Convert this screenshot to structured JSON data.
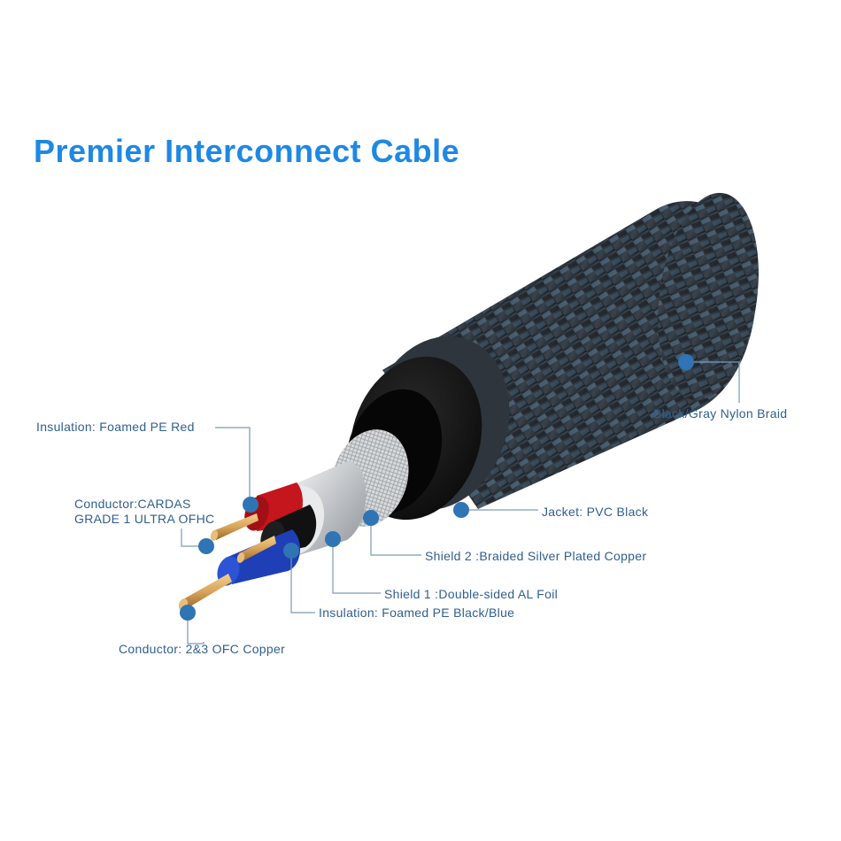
{
  "title": "Premier Interconnect Cable",
  "colors": {
    "title": "#1e88e5",
    "label_text": "#2f5f8f",
    "marker": "#2f74b5",
    "leader": "#7a9ab8",
    "braid_dark": "#2a2f36",
    "braid_blue": "#5c7d95",
    "jacket": "#141414",
    "copper": "#d9a45b",
    "insulation_red": "#c4161c",
    "insulation_blue": "#1f3fb6",
    "insulation_black": "#111111"
  },
  "labels": {
    "insulation_red": "Insulation: Foamed PE Red",
    "conductor_cardas_line1": "Conductor:CARDAS",
    "conductor_cardas_line2": "GRADE 1 ULTRA OFHC",
    "braid": "Black/Gray Nylon Braid",
    "jacket": "Jacket: PVC Black",
    "shield2": "Shield 2 :Braided Silver Plated Copper",
    "shield1": "Shield 1 :Double-sided  AL Foil",
    "insulation_black_blue": "Insulation: Foamed PE Black/Blue",
    "conductor_ofc": "Conductor: 2&3 OFC Copper"
  }
}
